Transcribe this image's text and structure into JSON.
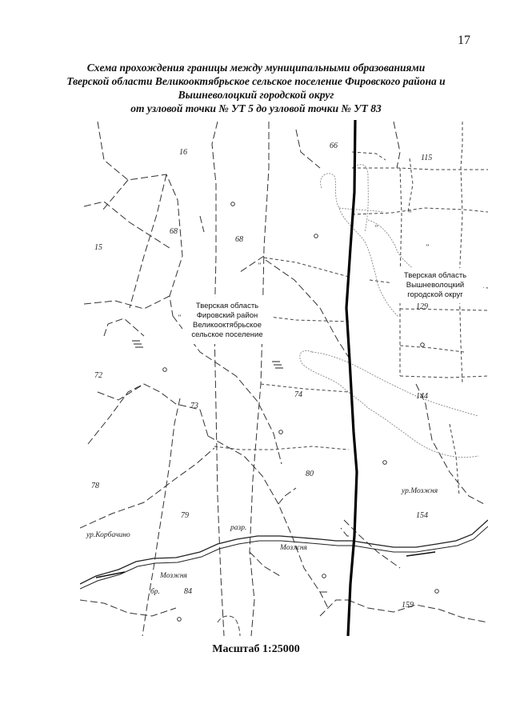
{
  "page_number": "17",
  "title_lines": [
    "Схема прохождения границы между муниципальными образованиями",
    "Тверской области Великооктябрьское сельское поселение Фировского района и",
    "Вышневолоцкий городской округ",
    "от узловой точки № УТ 5 до узловой точки № УТ 83"
  ],
  "scale": "Масштаб 1:25000",
  "regions": {
    "left": [
      "Тверская область",
      "Фировский район",
      "Великооктябрьское",
      "сельское поселение"
    ],
    "right": [
      "Тверская область",
      "Вышневолоцкий",
      "городской округ"
    ]
  },
  "parcels": {
    "p16": "16",
    "p66": "66",
    "p115": "115",
    "p68a": "68",
    "p68b": "68",
    "p15": "15",
    "p129": "129",
    "p72": "72",
    "p73": "73",
    "p74": "74",
    "p144": "144",
    "p80": "80",
    "p78": "78",
    "p79": "79",
    "p154": "154",
    "p84": "84",
    "p159": "159"
  },
  "places": {
    "mozhnya_east": "ур.Мозжня",
    "korbachino": "ур.Корбачино",
    "razr": "разр.",
    "mozhnya_river": "Мозжня",
    "mozhnya_river2": "Мозжня",
    "br": "бр."
  },
  "marks": {
    "q1": "\"",
    "q2": "\"",
    "q3": "\"",
    "q4": "\"",
    "q5": "\""
  },
  "colors": {
    "boundary": "#000000",
    "lines": "#333333",
    "stream": "#888888"
  }
}
